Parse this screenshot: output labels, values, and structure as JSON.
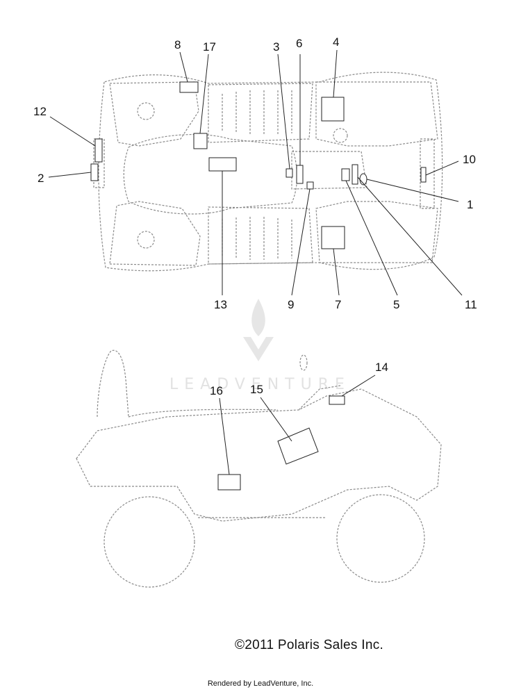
{
  "callouts": [
    "1",
    "2",
    "3",
    "4",
    "5",
    "6",
    "7",
    "8",
    "9",
    "10",
    "11",
    "12",
    "13",
    "14",
    "15",
    "16",
    "17"
  ],
  "footer": {
    "copyright": "©2011 Polaris Sales Inc.",
    "rendered_by": "Rendered by LeadVenture, Inc."
  },
  "watermark": {
    "text": "LEADVENTURE"
  }
}
